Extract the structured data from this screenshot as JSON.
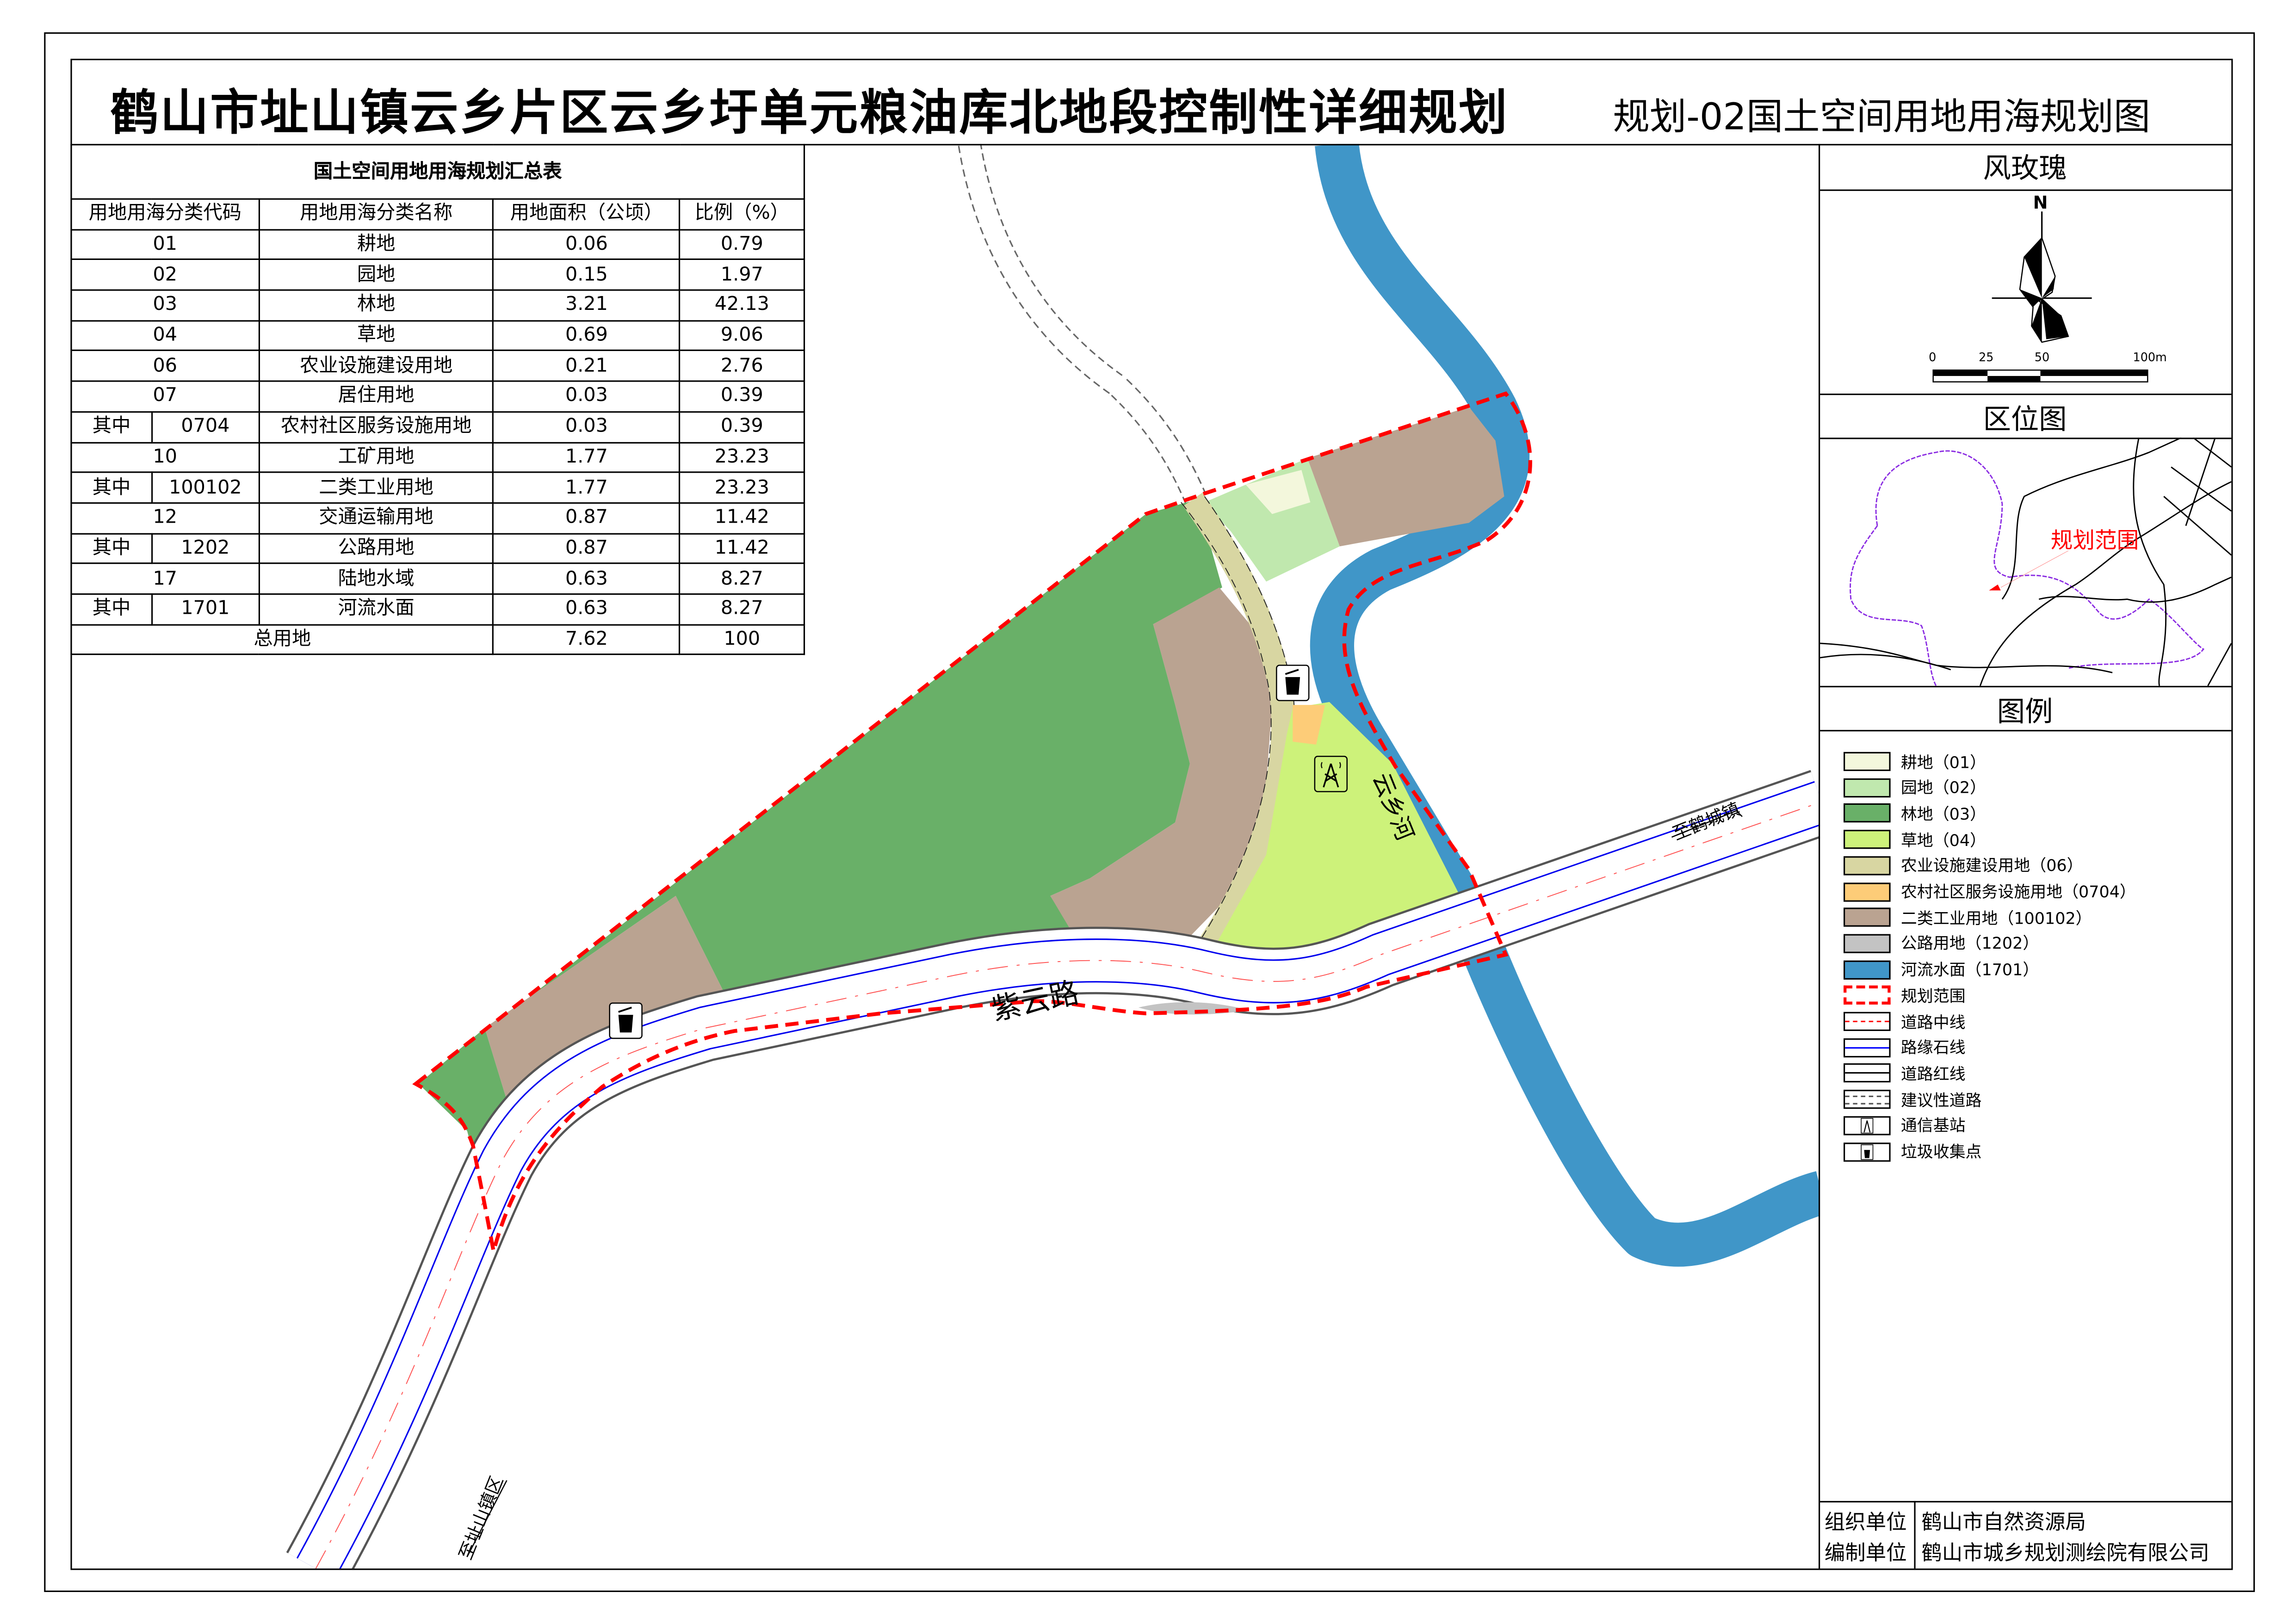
{
  "header": {
    "title": "鹤山市址山镇云乡片区云乡圩单元粮油库北地段控制性详细规划",
    "subtitle": "规划-02国土空间用地用海规划图"
  },
  "summary_table": {
    "title": "国土空间用地用海规划汇总表",
    "columns": [
      "用地用海分类代码",
      "用地用海分类名称",
      "用地面积（公顷）",
      "比例（%）"
    ],
    "rows": [
      {
        "prefix": "",
        "code": "01",
        "name": "耕地",
        "area": "0.06",
        "ratio": "0.79"
      },
      {
        "prefix": "",
        "code": "02",
        "name": "园地",
        "area": "0.15",
        "ratio": "1.97"
      },
      {
        "prefix": "",
        "code": "03",
        "name": "林地",
        "area": "3.21",
        "ratio": "42.13"
      },
      {
        "prefix": "",
        "code": "04",
        "name": "草地",
        "area": "0.69",
        "ratio": "9.06"
      },
      {
        "prefix": "",
        "code": "06",
        "name": "农业设施建设用地",
        "area": "0.21",
        "ratio": "2.76"
      },
      {
        "prefix": "",
        "code": "07",
        "name": "居住用地",
        "area": "0.03",
        "ratio": "0.39"
      },
      {
        "prefix": "其中",
        "code": "0704",
        "name": "农村社区服务设施用地",
        "area": "0.03",
        "ratio": "0.39"
      },
      {
        "prefix": "",
        "code": "10",
        "name": "工矿用地",
        "area": "1.77",
        "ratio": "23.23"
      },
      {
        "prefix": "其中",
        "code": "100102",
        "name": "二类工业用地",
        "area": "1.77",
        "ratio": "23.23"
      },
      {
        "prefix": "",
        "code": "12",
        "name": "交通运输用地",
        "area": "0.87",
        "ratio": "11.42"
      },
      {
        "prefix": "其中",
        "code": "1202",
        "name": "公路用地",
        "area": "0.87",
        "ratio": "11.42"
      },
      {
        "prefix": "",
        "code": "17",
        "name": "陆地水域",
        "area": "0.63",
        "ratio": "8.27"
      },
      {
        "prefix": "其中",
        "code": "1701",
        "name": "河流水面",
        "area": "0.63",
        "ratio": "8.27"
      }
    ],
    "total": {
      "label": "总用地",
      "area": "7.62",
      "ratio": "100"
    }
  },
  "map": {
    "road_name": "紫云路",
    "river_name": "云乡河",
    "direction_east": "至鹤城镇",
    "direction_south": "至址山镇区"
  },
  "wind_rose": {
    "title": "风玫瑰",
    "north": "N",
    "scale_labels": [
      "0",
      "25",
      "50",
      "100m"
    ]
  },
  "location_map": {
    "title": "区位图",
    "site_label": "规划范围"
  },
  "legend": {
    "title": "图例",
    "items": [
      {
        "label": "耕地（01）",
        "color": "#f3f7dc",
        "type": "fill"
      },
      {
        "label": "园地（02）",
        "color": "#c0e8ae",
        "type": "fill"
      },
      {
        "label": "林地（03）",
        "color": "#69b068",
        "type": "fill"
      },
      {
        "label": "草地（04）",
        "color": "#cdf27a",
        "type": "fill"
      },
      {
        "label": "农业设施建设用地（06）",
        "color": "#d8d6a2",
        "type": "fill"
      },
      {
        "label": "农村社区服务设施用地（0704）",
        "color": "#fdcc78",
        "type": "fill"
      },
      {
        "label": "二类工业用地（100102）",
        "color": "#baa391",
        "type": "fill"
      },
      {
        "label": "公路用地（1202）",
        "color": "#c3c3c3",
        "type": "fill"
      },
      {
        "label": "河流水面（1701）",
        "color": "#4096c8",
        "type": "fill"
      },
      {
        "label": "规划范围",
        "color": "#ff0000",
        "type": "boundary"
      },
      {
        "label": "道路中线",
        "color": "#ff0000",
        "type": "centerline"
      },
      {
        "label": "路缘石线",
        "color": "#0000ff",
        "type": "curb"
      },
      {
        "label": "道路红线",
        "color": "#000000",
        "type": "redline"
      },
      {
        "label": "建议性道路",
        "color": "#555555",
        "type": "proposed"
      },
      {
        "label": "通信基站",
        "color": "#000000",
        "type": "antenna-icon"
      },
      {
        "label": "垃圾收集点",
        "color": "#000000",
        "type": "trash-icon"
      }
    ]
  },
  "footer": {
    "org_label": "组织单位",
    "org_value": "鹤山市自然资源局",
    "maker_label": "编制单位",
    "maker_value": "鹤山市城乡规划测绘院有限公司"
  }
}
